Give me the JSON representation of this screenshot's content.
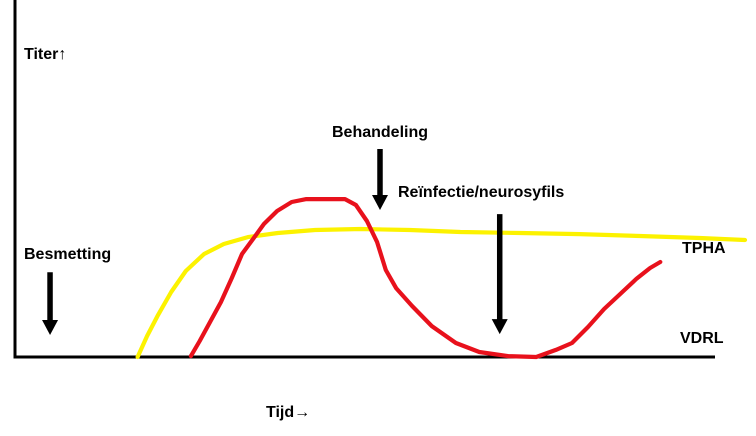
{
  "page": {
    "background": "#ffffff"
  },
  "chart_data": {
    "type": "line",
    "title": "",
    "xlabel": "Tijd→",
    "ylabel": "Titer↑",
    "x_axis": {
      "label": "Tijd",
      "range": [
        0,
        100
      ],
      "ticks": [],
      "tick_labels_visible": false
    },
    "y_axis": {
      "label": "Titer",
      "range": [
        0,
        140
      ],
      "ticks": [],
      "tick_labels_visible": false
    },
    "grid": false,
    "legend_position": "labels-at-line-ends",
    "axis_color": "#000000",
    "annotation_arrow_color": "#000000",
    "series": [
      {
        "name": "TPHA",
        "color": "#fcf200",
        "points": [
          [
            16.8,
            0
          ],
          [
            18.1,
            13.4
          ],
          [
            19.6,
            26.8
          ],
          [
            21.4,
            41.4
          ],
          [
            23.4,
            54.8
          ],
          [
            25.9,
            65.6
          ],
          [
            28.6,
            72.0
          ],
          [
            31.9,
            76.4
          ],
          [
            36.0,
            79.0
          ],
          [
            41.1,
            80.9
          ],
          [
            47.3,
            81.5
          ],
          [
            54.1,
            80.9
          ],
          [
            61.0,
            79.6
          ],
          [
            69.2,
            79.0
          ],
          [
            77.4,
            78.3
          ],
          [
            85.6,
            77.1
          ],
          [
            93.8,
            75.8
          ],
          [
            100.0,
            74.5
          ]
        ]
      },
      {
        "name": "VDRL",
        "color": "#e8111c",
        "points": [
          [
            24.1,
            0.6
          ],
          [
            25.3,
            10.2
          ],
          [
            26.8,
            22.9
          ],
          [
            28.2,
            35.0
          ],
          [
            29.7,
            50.3
          ],
          [
            31.1,
            65.6
          ],
          [
            32.5,
            74.5
          ],
          [
            34.1,
            84.7
          ],
          [
            35.9,
            93.0
          ],
          [
            37.9,
            98.7
          ],
          [
            39.9,
            100.6
          ],
          [
            45.2,
            100.6
          ],
          [
            46.7,
            96.8
          ],
          [
            48.2,
            86.6
          ],
          [
            49.6,
            73.2
          ],
          [
            50.8,
            55.4
          ],
          [
            52.2,
            43.9
          ],
          [
            54.4,
            32.5
          ],
          [
            57.1,
            19.7
          ],
          [
            60.4,
            8.9
          ],
          [
            63.6,
            3.2
          ],
          [
            67.5,
            0.6
          ],
          [
            71.4,
            0.0
          ],
          [
            74.1,
            4.5
          ],
          [
            76.3,
            8.9
          ],
          [
            78.5,
            19.1
          ],
          [
            80.7,
            30.6
          ],
          [
            82.9,
            40.1
          ],
          [
            85.1,
            49.7
          ],
          [
            87.0,
            56.7
          ],
          [
            88.4,
            60.5
          ]
        ]
      }
    ],
    "annotations": [
      {
        "id": "besmetting",
        "label": "Besmetting",
        "t": 4.8,
        "arrow_from_titer": 54.0,
        "arrow_to_titer": 14.0
      },
      {
        "id": "behandeling",
        "label": "Behandeling",
        "t": 50.0,
        "arrow_from_titer": 132.5,
        "arrow_to_titer": 93.6
      },
      {
        "id": "reinfectie",
        "label": "Reïnfectie/neurosyfils",
        "t": 66.4,
        "arrow_from_titer": 91.0,
        "arrow_to_titer": 14.6
      }
    ]
  }
}
